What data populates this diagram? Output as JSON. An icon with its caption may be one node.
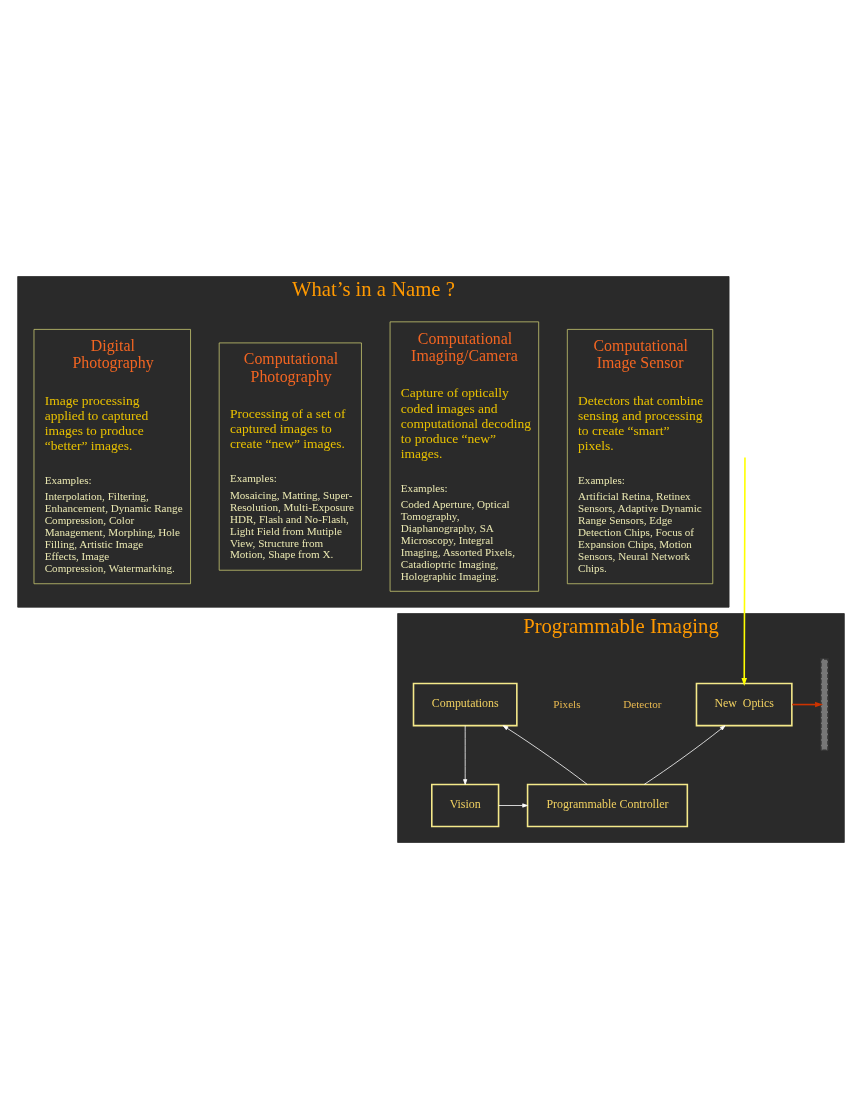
{
  "diagram": {
    "nodes": [
      {
        "text": [
          "What’s in a Name ?"
        ]
      },
      {
        "text": [
          "Digital Photography",
          "Image processing applied to captured images to produce “better” images.",
          "Examples:",
          "Interpolation, Filtering, Enhancement, Dynamic Range Compression, Color Management, Morphing, Hole Filling, Artistic Image Effects, Image Compression, Watermarking."
        ],
        "in": 0
      },
      {
        "text": [
          "Computational Photography",
          "Processing of a set of captured images to create “new” images.",
          "Examples:",
          "Mosaicing, Matting, Super-Resolution, Multi-Exposure HDR, Flash and No-Flash, Light Field from Mutiple View, Structure from Motion, Shape from X."
        ],
        "in": 0
      },
      {
        "text": [
          "Computational Imaging/Camera",
          "Capture of optically coded images and computational decoding to produce “new” images.",
          "Examples:",
          "Coded Aperture, Optical Tomography, Diaphanography, SA Microscopy, Integral Imaging, Assorted Pixels, Catadioptric Imaging, Holographic Imaging."
        ],
        "in": 0
      },
      {
        "text": [
          "Computational Image Sensor",
          "Detectors that combine sensing and processing to create “smart” pixels.",
          "Examples:",
          "Artificial Retina, Retinex Sensors, Adaptive Dynamic Range Sensors, Edge Detection Chips, Focus of Expansion Chips, Motion Sensors, Neural Network Chips."
        ],
        "in": 0
      },
      {
        "text": [
          "Programmable Imaging"
        ]
      },
      {
        "text": [
          "Computations"
        ],
        "in": 5
      },
      {
        "text": [],
        "shape": "bar",
        "beside": [
          "Detector",
          "Pixels"
        ],
        "in": 5
      },
      {
        "text": [
          "New  Optics"
        ],
        "in": 5
      },
      {
        "text": [
          "Vision"
        ],
        "in": 5
      },
      {
        "text": [
          "Programmable Controller"
        ],
        "in": 5
      }
    ],
    "edges": [
      {
        "from": 6,
        "to": 9,
        "arrow": "to"
      },
      {
        "from": 10,
        "to": 6,
        "arrow": "to"
      },
      {
        "from": 10,
        "to": 8,
        "arrow": "to"
      },
      {
        "from": 9,
        "to": 10,
        "arrow": "to"
      },
      {
        "from": 8,
        "to": 7,
        "arrow": "to",
        "color": "#cc3300"
      },
      {
        "from": null,
        "to": 8,
        "arrow": "to",
        "color": "#ffff00"
      }
    ]
  }
}
